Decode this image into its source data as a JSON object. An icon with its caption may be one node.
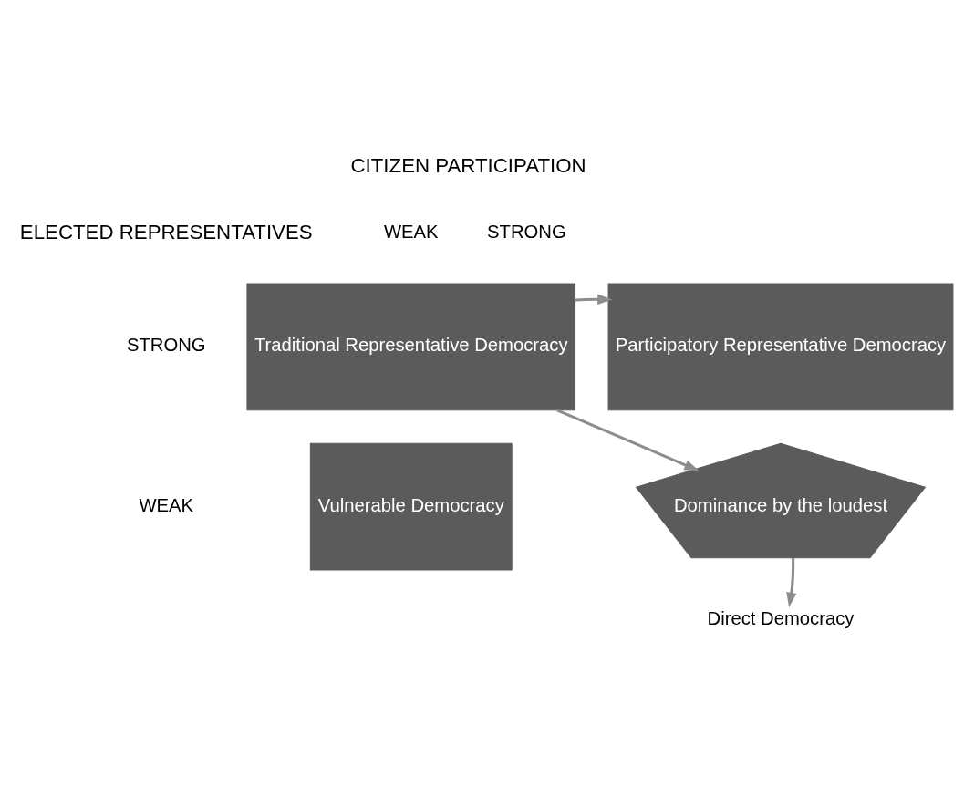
{
  "diagram": {
    "nodes": [
      {
        "text": [
          "Traditional Representative Democracy"
        ]
      },
      {
        "text": [
          "Participatory Representative Democracy"
        ]
      },
      {
        "text": [
          "Vulnerable Democracy"
        ]
      },
      {
        "text": [
          "Dominance by the loudest"
        ]
      },
      {
        "text": [
          "Direct Democracy"
        ]
      }
    ],
    "edges": [
      {
        "from": 0,
        "to": 1,
        "arrow": "to"
      },
      {
        "from": 0,
        "to": 3,
        "arrow": "to"
      },
      {
        "from": 3,
        "to": 4,
        "arrow": "to"
      }
    ],
    "labels": [
      "CITIZEN PARTICIPATION",
      "WEAK",
      "STRONG",
      "ELECTED REPRESENTATIVES",
      "STRONG",
      "WEAK"
    ]
  }
}
